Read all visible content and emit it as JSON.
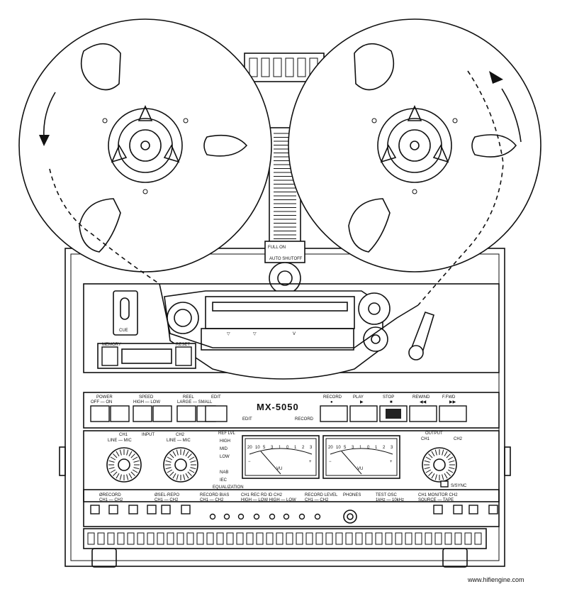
{
  "model": "MX-5050",
  "watermark": "www.hifiengine.com",
  "tape_guide": {
    "label": "FULL ON",
    "sub": "AUTO SHUTOFF"
  },
  "cue_label": "CUE",
  "counter": {
    "memory": "MEMORY",
    "reset": "RESET"
  },
  "mode_labels": {
    "edit": "EDIT",
    "record": "RECORD"
  },
  "left_buttons": [
    {
      "title": "POWER",
      "sub": "OFF — ON"
    },
    {
      "title": "SPEED",
      "sub": "HIGH — LOW"
    },
    {
      "title": "REEL",
      "sub": "LARGE — SMALL"
    },
    {
      "title": "EDIT",
      "sub": ""
    }
  ],
  "transport": [
    {
      "title": "RECORD",
      "sub": "●"
    },
    {
      "title": "PLAY",
      "sub": "▶"
    },
    {
      "title": "STOP",
      "sub": "■"
    },
    {
      "title": "REWIND",
      "sub": "◀◀"
    },
    {
      "title": "F.FWD",
      "sub": "▶▶"
    }
  ],
  "input": {
    "label": "INPUT",
    "ch1": "CH1",
    "ch2": "CH2",
    "line_mic": "LINE — MIC"
  },
  "ref_level": {
    "title": "REF LVL",
    "options": [
      "HIGH",
      "MID",
      "LOW"
    ],
    "eq_options": [
      "NAB",
      "IEC"
    ],
    "eq_title": "EQUALIZATION"
  },
  "vu": {
    "scale": [
      "20",
      "10",
      "5",
      "3",
      "1",
      "0",
      "1",
      "2",
      "3"
    ],
    "unit": "VU",
    "minus": "−",
    "plus": "+"
  },
  "output": {
    "title": "OUTPUT",
    "ch1": "CH1",
    "ch2": "CH2",
    "sync": "S/SYNC"
  },
  "bottom_labels": [
    {
      "title": "ØRECORD",
      "sub": "CH1 — CH2"
    },
    {
      "title": "ØSEL-REPO",
      "sub": "CH1 — CH2"
    },
    {
      "title": "RECORD BIAS",
      "sub": "CH1 — CH2"
    },
    {
      "title": "CH1 REC  RD ID  CH2",
      "sub": "HIGH — LOW   HIGH — LOW"
    },
    {
      "title": "RECORD LEVEL",
      "sub": "CH1 — CH2"
    },
    {
      "title": "PHONES",
      "sub": ""
    },
    {
      "title": "TEST OSC",
      "sub": "1kHz — 10kHz"
    },
    {
      "title": "CH1 MONITOR CH2",
      "sub": "SOURCE — TAPE"
    }
  ]
}
